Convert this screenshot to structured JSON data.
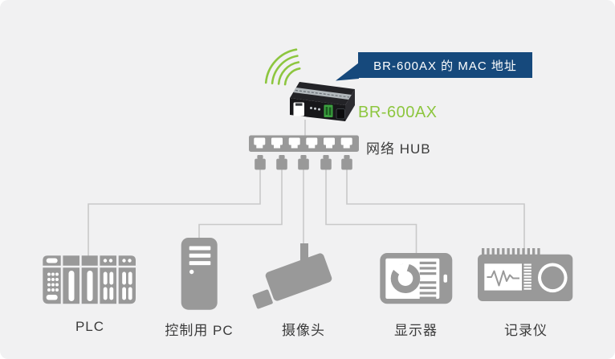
{
  "callout": {
    "text": "BR-600AX 的 MAC 地址"
  },
  "router": {
    "label": "BR-600AX"
  },
  "hub": {
    "label": "网络 HUB",
    "port_count": 6,
    "plug_count": 5
  },
  "devices": [
    {
      "label": "PLC"
    },
    {
      "label": "控制用 PC"
    },
    {
      "label": "摄像头"
    },
    {
      "label": "显示器"
    },
    {
      "label": "记录仪"
    }
  ],
  "colors": {
    "background": "#f1f1f2",
    "icon_gray": "#999999",
    "cable_gray": "#c9c9c9",
    "accent_green": "#8dc63f",
    "callout_navy": "#16497c",
    "label_text": "#3b3b3b"
  }
}
